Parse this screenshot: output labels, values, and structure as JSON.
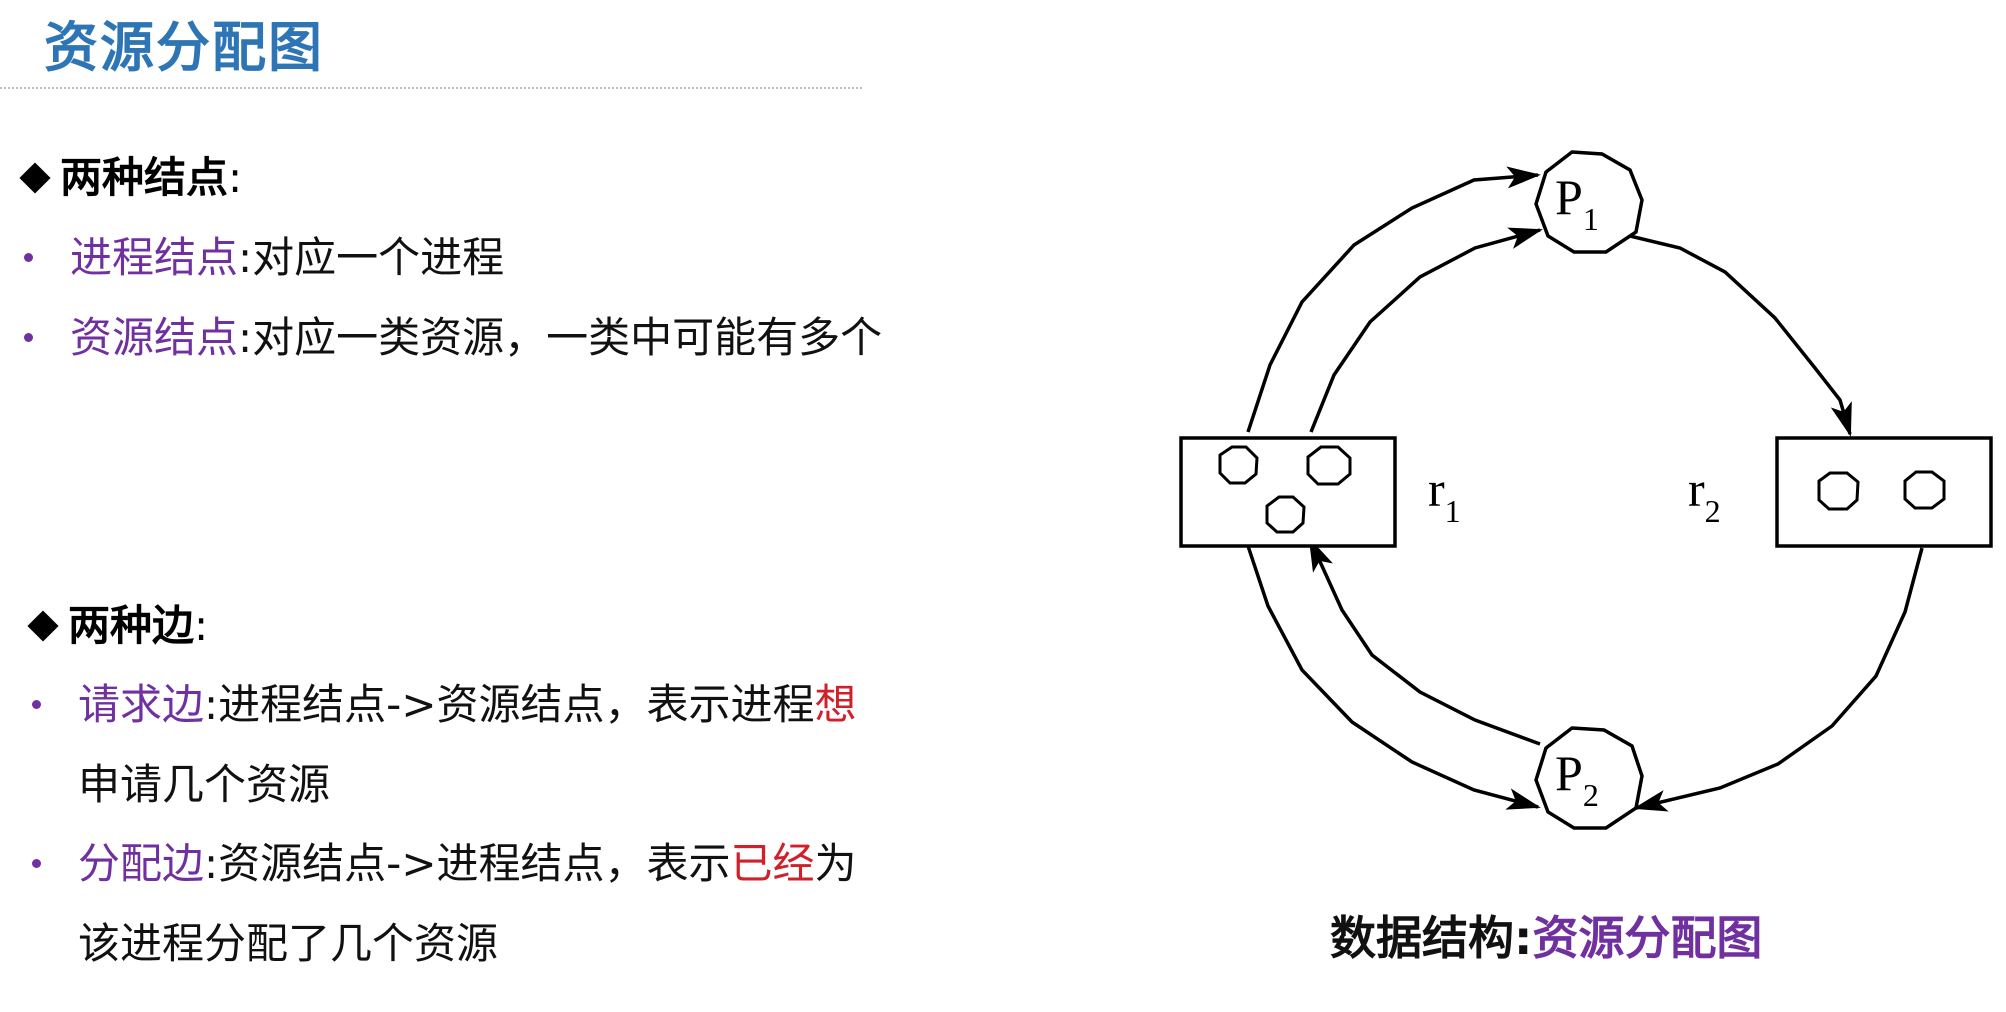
{
  "title": "资源分配图",
  "node_section": {
    "heading": "两种结点",
    "colon": ":",
    "items": [
      {
        "term": "进程结点",
        "sep": ":",
        "text": "对应一个进程"
      },
      {
        "term": "资源结点",
        "sep": ":",
        "text": "对应一类资源，一类中可能有多个"
      }
    ]
  },
  "edge_section": {
    "heading": "两种边",
    "colon": ":",
    "items": [
      {
        "term": "请求边",
        "sep": ":",
        "text_a": "进程结点->资源结点，表示进程",
        "highlight": "想",
        "text_b": "",
        "line2": "申请几个资源"
      },
      {
        "term": "分配边",
        "sep": ":",
        "text_a": "资源结点->进程结点，表示",
        "highlight": "已经",
        "text_b": "为",
        "line2": "该进程分配了几个资源"
      }
    ]
  },
  "diagram": {
    "processes": [
      {
        "base": "P",
        "sub": "1"
      },
      {
        "base": "P",
        "sub": "2"
      }
    ],
    "resources": [
      {
        "base": "r",
        "sub": "1",
        "instances": 3
      },
      {
        "base": "r",
        "sub": "2",
        "instances": 2
      }
    ]
  },
  "caption": {
    "prefix": "数据结构:",
    "term": "资源分配图"
  },
  "colors": {
    "title": "#2e75b6",
    "term": "#7030a0",
    "highlight": "#d0202a"
  }
}
